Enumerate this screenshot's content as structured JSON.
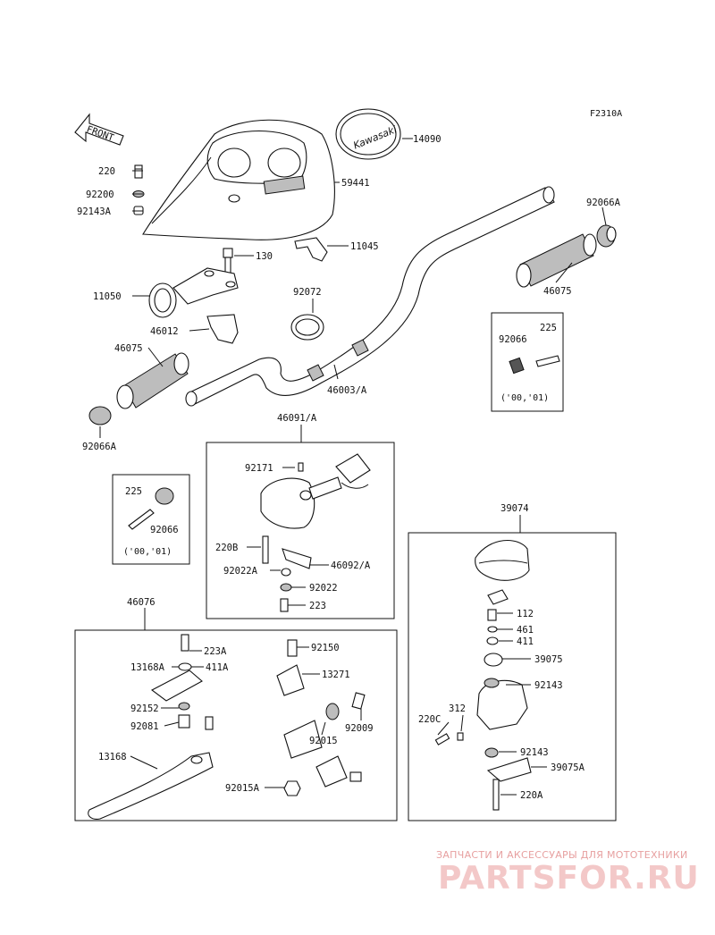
{
  "figure_code": "F2310A",
  "front_arrow_label": "FRONT",
  "logo_text": "Kawasaki",
  "watermark": {
    "line1": "ЗАПЧАСТИ И АКСЕССУАРЫ ДЛЯ МОТОТЕХНИКИ",
    "line2": "PARTSFOR.RU"
  },
  "labels": {
    "p220": "220",
    "p92200": "92200",
    "p92143A": "92143A",
    "p14090": "14090",
    "p59441": "59441",
    "p11045": "11045",
    "p130": "130",
    "p11050": "11050",
    "p92072": "92072",
    "p92066A_top": "92066A",
    "p46075_top": "46075",
    "p46012": "46012",
    "p46075_left": "46075",
    "p46003A": "46003/A",
    "p92066A_bottom": "92066A",
    "p46091A": "46091/A",
    "p92171": "92171",
    "p220B": "220B",
    "p92022A": "92022A",
    "p46092A": "46092/A",
    "p92022": "92022",
    "p223": "223",
    "p39074": "39074",
    "p112": "112",
    "p461": "461",
    "p411": "411",
    "p39075": "39075",
    "p92143": "92143",
    "p220C": "220C",
    "p312": "312",
    "p92143b": "92143",
    "p39075A": "39075A",
    "p220A": "220A",
    "p46076": "46076",
    "p223A": "223A",
    "p13168A": "13168A",
    "p411A": "411A",
    "p92152": "92152",
    "p92081": "92081",
    "p13168": "13168",
    "p92150": "92150",
    "p13271": "13271",
    "p92009": "92009",
    "p92015": "92015",
    "p92015A": "92015A"
  },
  "inset_right": {
    "a": "92066",
    "b": "225",
    "note": "('00,'01)"
  },
  "inset_left": {
    "a": "225",
    "b": "92066",
    "note": "('00,'01)"
  }
}
